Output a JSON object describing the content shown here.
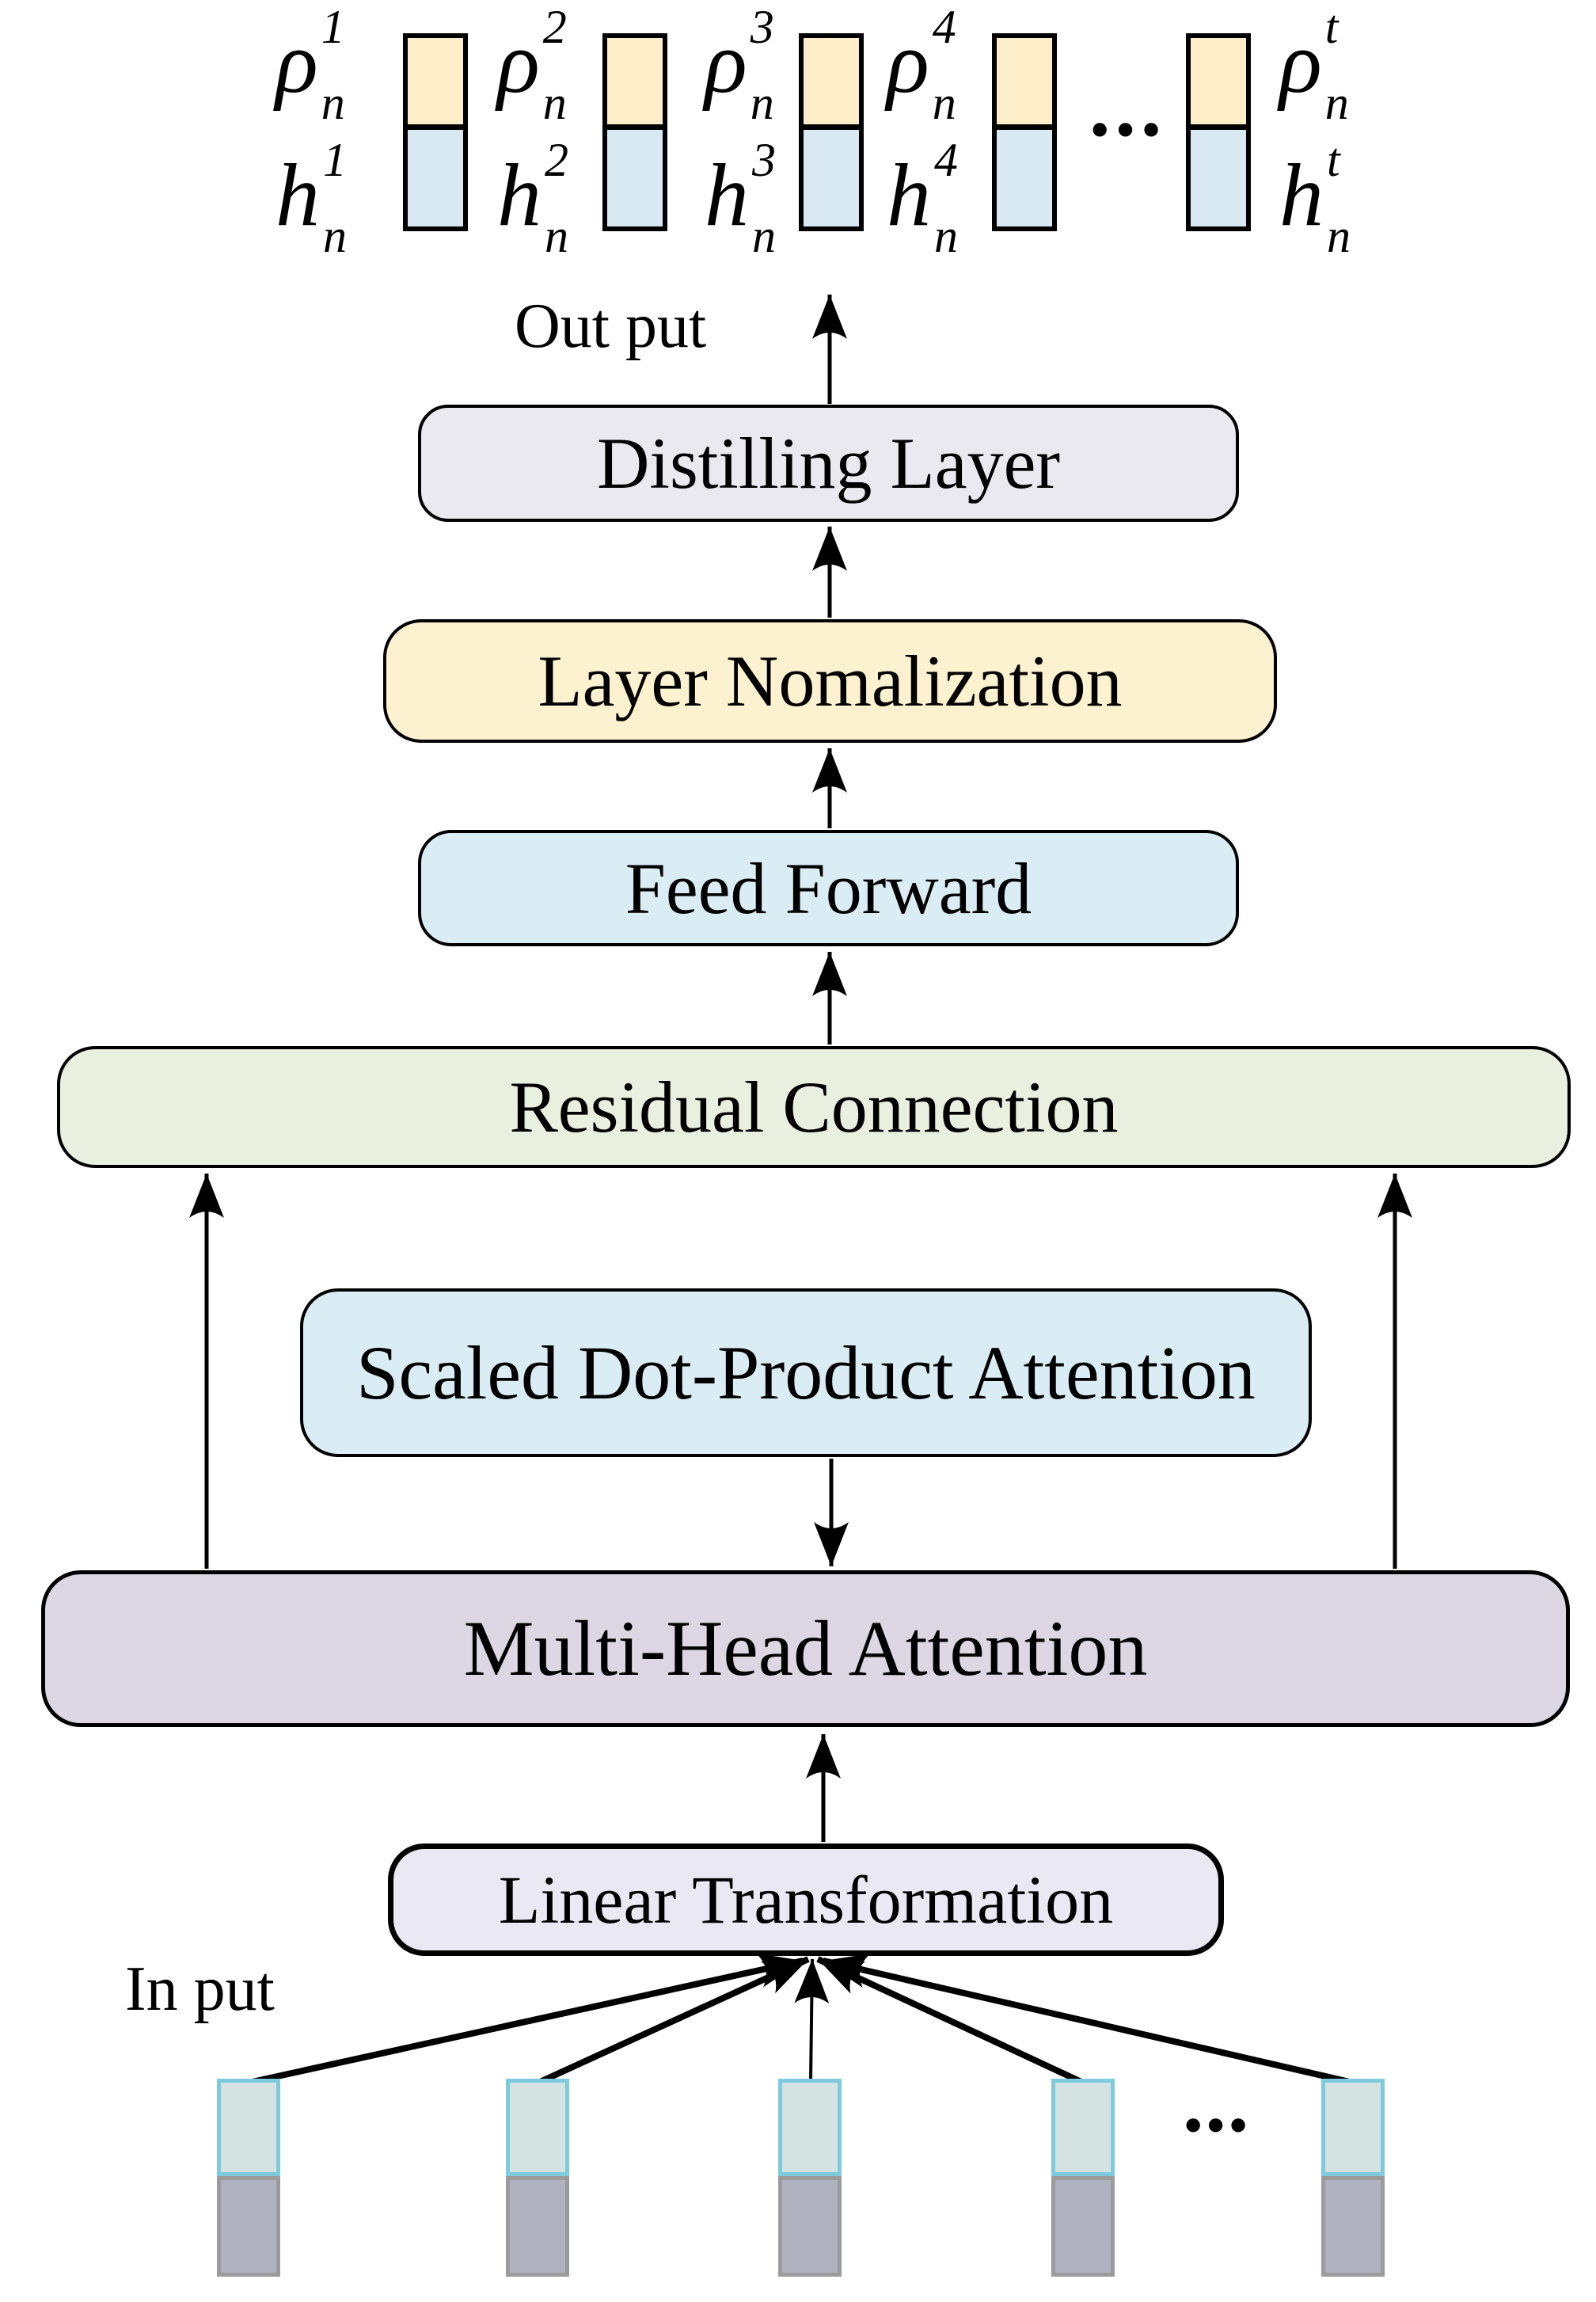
{
  "flow_labels": {
    "output": "Out put",
    "input": "In put"
  },
  "boxes": {
    "distilling": "Distilling Layer",
    "layer_norm": "Layer Nomalization",
    "feed_forward": "Feed Forward",
    "residual": "Residual Connection",
    "sdpa": "Scaled Dot-Product Attention",
    "mha": "Multi-Head Attention",
    "linear": "Linear Transformation"
  },
  "output_row": {
    "rho_glyph": "ρ",
    "h_glyph": "h",
    "sub_glyph": "n",
    "indices": [
      "1",
      "2",
      "3",
      "4",
      "t"
    ],
    "dots": "•••"
  },
  "input_row": {
    "dots": "•••"
  },
  "colors": {
    "box_distilling": "#ebe9f0",
    "box_layer_norm": "#fdf2cf",
    "box_feed_forward": "#dbedf4",
    "box_residual": "#e9f0e0",
    "box_sdpa": "#dbedf4",
    "box_mha": "#dcd7e2",
    "box_linear": "#eae8f2",
    "output_bar_top": "#fdeec9",
    "output_bar_bottom": "#d9e9f2",
    "input_bar_top_fill": "#d5e2e2",
    "input_bar_top_border": "#7ecbdd",
    "input_bar_bottom_fill": "#b0b2bf",
    "input_bar_bottom_border": "#9b9b9b",
    "line": "#000000"
  }
}
